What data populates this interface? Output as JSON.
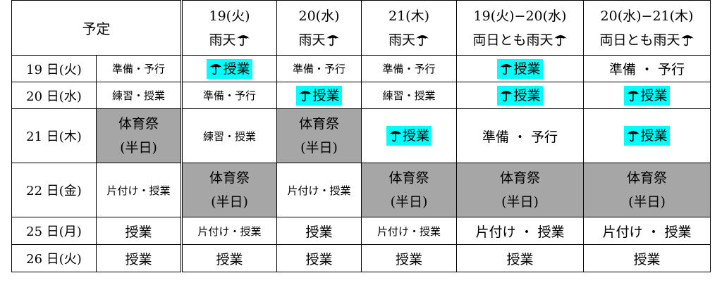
{
  "header": {
    "title": "予定",
    "columns": [
      {
        "line1": "19(火)",
        "line2": "雨天"
      },
      {
        "line1": "20(水)",
        "line2": "雨天"
      },
      {
        "line1": "21(木)",
        "line2": "雨天"
      },
      {
        "line1": "19(火)−20(水)",
        "line2": "両日とも雨天"
      },
      {
        "line1": "20(水)−21(木)",
        "line2": "両日とも雨天"
      }
    ]
  },
  "rows": {
    "r19": {
      "label": "19 日(火)",
      "plan": "準備・予行",
      "c1": "授業",
      "c2": "準備・予行",
      "c3": "準備・予行",
      "c4": "授業",
      "c5": "準備 ・ 予行"
    },
    "r20": {
      "label": "20 日(水)",
      "plan": "練習・授業",
      "c1": "準備・予行",
      "c2": "授業",
      "c3": "練習・授業",
      "c4": "授業",
      "c5": "授業"
    },
    "r21": {
      "label": "21 日(木)",
      "plan_l1": "体育祭",
      "plan_l2": "(半日)",
      "c1": "練習・授業",
      "c2_l1": "体育祭",
      "c2_l2": "(半日)",
      "c3": "授業",
      "c4": "準備 ・ 予行",
      "c5": "授業"
    },
    "r22": {
      "label": "22 日(金)",
      "plan": "片付け・授業",
      "c1_l1": "体育祭",
      "c1_l2": "(半日)",
      "c2": "片付け・授業",
      "c3_l1": "体育祭",
      "c3_l2": "(半日)",
      "c4_l1": "体育祭",
      "c4_l2": "(半日)",
      "c5_l1": "体育祭",
      "c5_l2": "(半日)"
    },
    "r25": {
      "label": "25 日(月)",
      "plan": "授業",
      "c1": "片付け・授業",
      "c2": "授業",
      "c3": "片付け・授業",
      "c4": "片付け ・ 授業",
      "c5": "片付け ・ 授業"
    },
    "r26": {
      "label": "26 日(火)",
      "plan": "授業",
      "c1": "授業",
      "c2": "授業",
      "c3": "授業",
      "c4": "授業",
      "c5": "授業"
    }
  },
  "colors": {
    "highlight": "#00ffff",
    "festival_gray": "#a6a6a6"
  },
  "icons": {
    "rain": "umbrella-icon"
  }
}
